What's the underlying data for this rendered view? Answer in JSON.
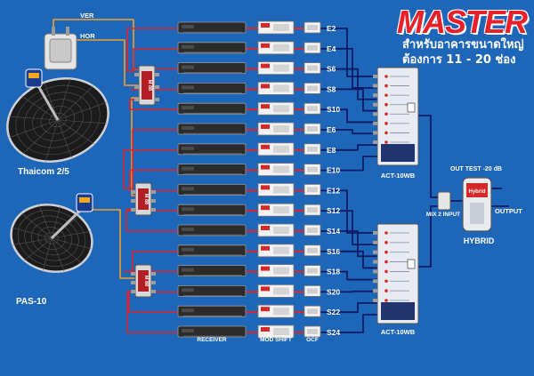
{
  "brand": "MASTER",
  "subtitle": {
    "line1": "สำหรับอาคารขนาดใหญ่",
    "line2": "ต้องการ 11 - 20 ช่อง"
  },
  "dishes": {
    "thaicom": "Thaicom 2/5",
    "pas": "PAS-10"
  },
  "lnb_outputs": {
    "ver": "VER",
    "hor": "HOR"
  },
  "switch_labels": [
    "M 88",
    "M 88",
    "M 88"
  ],
  "channels": [
    "E2",
    "E4",
    "S6",
    "S8",
    "S10",
    "E6",
    "E8",
    "E10",
    "E12",
    "S12",
    "S14",
    "S16",
    "S18",
    "S20",
    "S22",
    "S24"
  ],
  "column_labels": {
    "receiver": "RECEIVER",
    "modulator": "MOD SHIFT",
    "filter": "OCF"
  },
  "combiners": {
    "top": "ACT-10WB",
    "bottom": "ACT-10WB"
  },
  "mix_label": "MIX 2 INPUT",
  "hybrid": {
    "label": "HYBRID",
    "out_test": "OUT TEST -20 dB",
    "output": "OUTPUT",
    "device_brand": "Hybrid"
  },
  "colors": {
    "background": "#1e66b8",
    "red_cable": "#e0242a",
    "orange_cable": "#f2a02a",
    "navy_cable": "#0d1b66",
    "brand": "#e8202a"
  }
}
